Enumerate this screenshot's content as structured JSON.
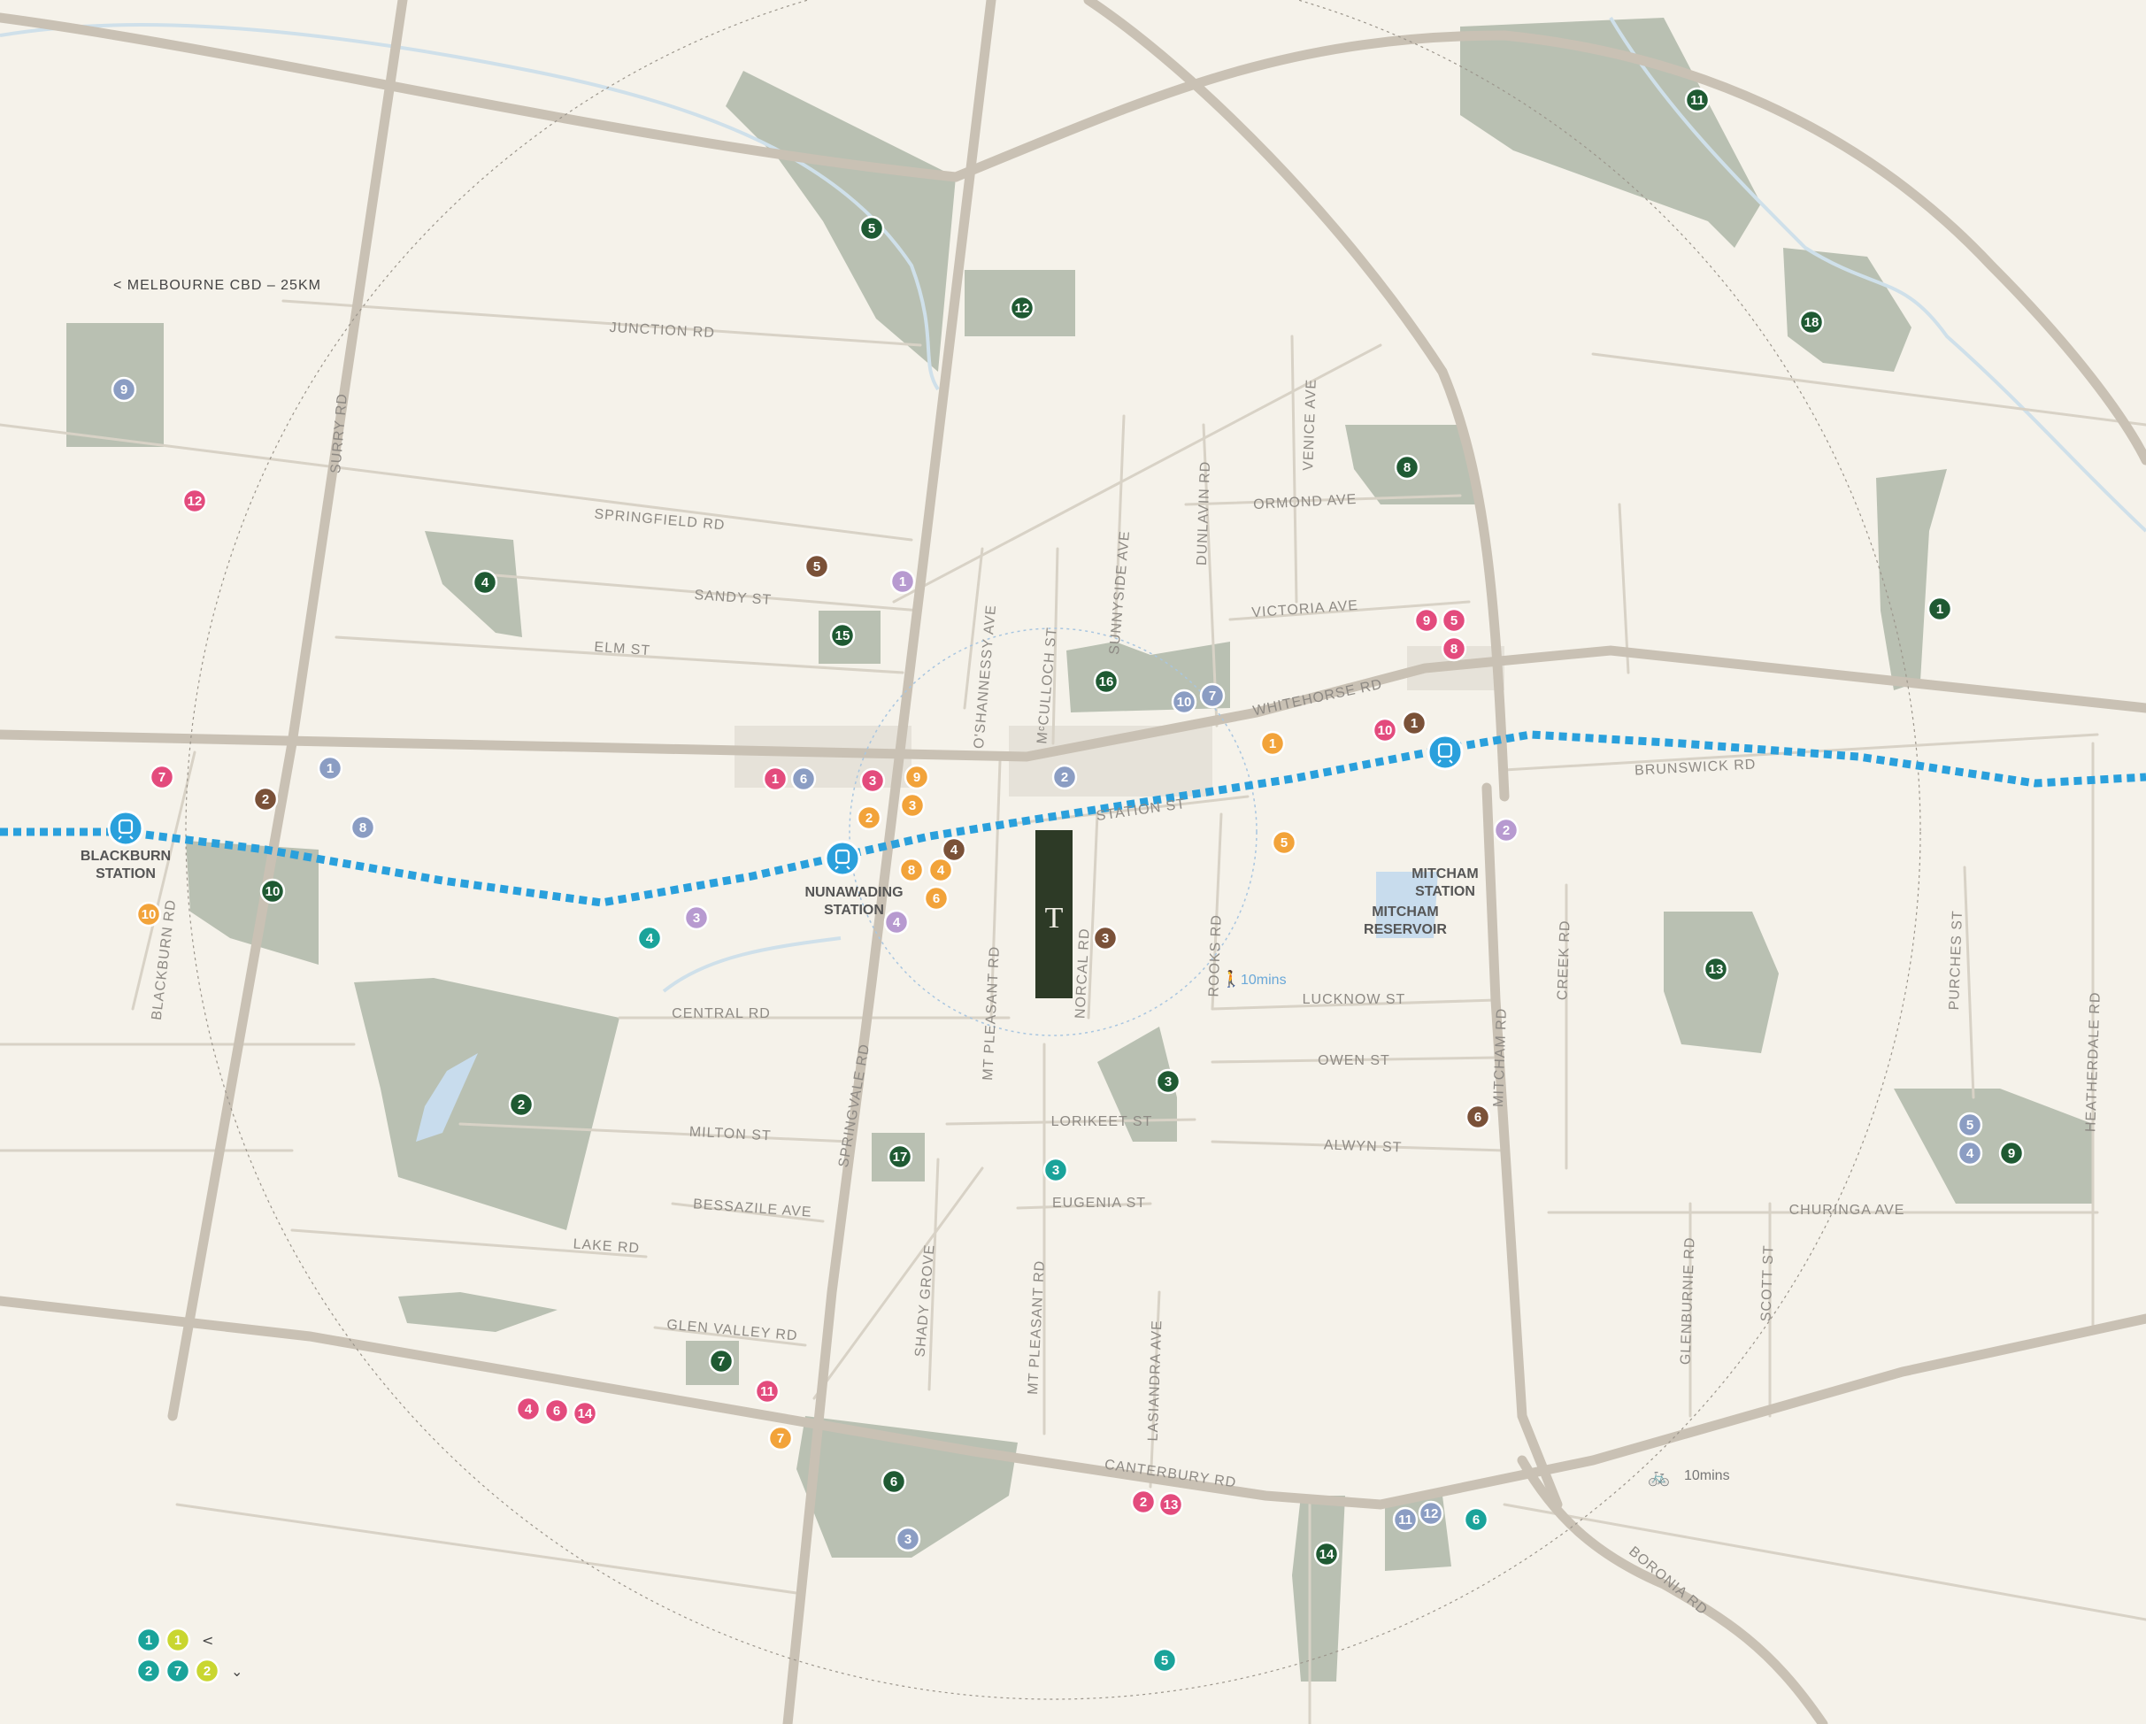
{
  "map": {
    "cbd_label": "< MELBOURNE CBD – 25KM",
    "site_marker": "T",
    "walk_label": "10mins",
    "bike_label": "10mins",
    "roads": [
      "JUNCTION RD",
      "SURRY RD",
      "SPRINGFIELD RD",
      "SANDY ST",
      "ELM ST",
      "O'SHANNESSY AVE",
      "MᶜCULLOCH ST",
      "SUNNYSIDE AVE",
      "DUNLAVIN RD",
      "VENICE AVE",
      "ORMOND AVE",
      "VICTORIA AVE",
      "WHITEHORSE RD",
      "BRUNSWICK RD",
      "STATION ST",
      "BLACKBURN RD",
      "MT PLEASANT RD",
      "NORCAL RD",
      "ROOKS RD",
      "CENTRAL RD",
      "LUCKNOW ST",
      "OWEN ST",
      "MITCHAM RD",
      "CREEK RD",
      "PURCHES ST",
      "HEATHERDALE RD",
      "MILTON ST",
      "SPRINGVALE RD",
      "LORIKEET ST",
      "ALWYN ST",
      "EUGENIA ST",
      "BESSAZILE AVE",
      "LAKE RD",
      "CHURINGA AVE",
      "SHADY GROVE",
      "MT PLEASANT RD",
      "LASIANDRA AVE",
      "GLENBURNIE RD",
      "SCOTT ST",
      "GLEN VALLEY RD",
      "CANTERBURY RD",
      "BORONIA RD"
    ],
    "places": [
      "BLACKBURN",
      "STATION",
      "NUNAWADING",
      "STATION",
      "MITCHAM",
      "STATION",
      "MITCHAM",
      "RESERVOIR"
    ],
    "markers": [
      {
        "n": "5",
        "c": "#1f5a33"
      },
      {
        "n": "12",
        "c": "#1f5a33"
      },
      {
        "n": "11",
        "c": "#1f5a33"
      },
      {
        "n": "18",
        "c": "#1f5a33"
      },
      {
        "n": "9",
        "c": "#8b9dc3"
      },
      {
        "n": "12",
        "c": "#e34b7d"
      },
      {
        "n": "8",
        "c": "#1f5a33"
      },
      {
        "n": "4",
        "c": "#1f5a33"
      },
      {
        "n": "5",
        "c": "#7a5138"
      },
      {
        "n": "1",
        "c": "#b79ad0"
      },
      {
        "n": "15",
        "c": "#1f5a33"
      },
      {
        "n": "1",
        "c": "#1f5a33"
      },
      {
        "n": "9",
        "c": "#e34b7d"
      },
      {
        "n": "5",
        "c": "#e34b7d"
      },
      {
        "n": "8",
        "c": "#e34b7d"
      },
      {
        "n": "16",
        "c": "#1f5a33"
      },
      {
        "n": "10",
        "c": "#8b9dc3"
      },
      {
        "n": "7",
        "c": "#8b9dc3"
      },
      {
        "n": "10",
        "c": "#e34b7d"
      },
      {
        "n": "1",
        "c": "#7a5138"
      },
      {
        "n": "1",
        "c": "#f2a33a"
      },
      {
        "n": "7",
        "c": "#e34b7d"
      },
      {
        "n": "1",
        "c": "#8b9dc3"
      },
      {
        "n": "2",
        "c": "#7a5138"
      },
      {
        "n": "8",
        "c": "#8b9dc3"
      },
      {
        "n": "1",
        "c": "#e34b7d"
      },
      {
        "n": "6",
        "c": "#8b9dc3"
      },
      {
        "n": "3",
        "c": "#e34b7d"
      },
      {
        "n": "9",
        "c": "#f2a33a"
      },
      {
        "n": "3",
        "c": "#f2a33a"
      },
      {
        "n": "2",
        "c": "#f2a33a"
      },
      {
        "n": "2",
        "c": "#8b9dc3"
      },
      {
        "n": "2",
        "c": "#b79ad0"
      },
      {
        "n": "4",
        "c": "#7a5138"
      },
      {
        "n": "8",
        "c": "#f2a33a"
      },
      {
        "n": "4",
        "c": "#f2a33a"
      },
      {
        "n": "6",
        "c": "#f2a33a"
      },
      {
        "n": "5",
        "c": "#f2a33a"
      },
      {
        "n": "10",
        "c": "#1f5a33"
      },
      {
        "n": "10",
        "c": "#f2a33a"
      },
      {
        "n": "3",
        "c": "#b79ad0"
      },
      {
        "n": "4",
        "c": "#1aa39a"
      },
      {
        "n": "4",
        "c": "#b79ad0"
      },
      {
        "n": "3",
        "c": "#7a5138"
      },
      {
        "n": "13",
        "c": "#1f5a33"
      },
      {
        "n": "2",
        "c": "#1f5a33"
      },
      {
        "n": "3",
        "c": "#1f5a33"
      },
      {
        "n": "6",
        "c": "#7a5138"
      },
      {
        "n": "5",
        "c": "#8b9dc3"
      },
      {
        "n": "4",
        "c": "#8b9dc3"
      },
      {
        "n": "9",
        "c": "#1f5a33"
      },
      {
        "n": "17",
        "c": "#1f5a33"
      },
      {
        "n": "3",
        "c": "#1aa39a"
      },
      {
        "n": "7",
        "c": "#1f5a33"
      },
      {
        "n": "11",
        "c": "#e34b7d"
      },
      {
        "n": "4",
        "c": "#e34b7d"
      },
      {
        "n": "6",
        "c": "#e34b7d"
      },
      {
        "n": "14",
        "c": "#e34b7d"
      },
      {
        "n": "7",
        "c": "#f2a33a"
      },
      {
        "n": "6",
        "c": "#1f5a33"
      },
      {
        "n": "2",
        "c": "#e34b7d"
      },
      {
        "n": "13",
        "c": "#e34b7d"
      },
      {
        "n": "3",
        "c": "#8b9dc3"
      },
      {
        "n": "11",
        "c": "#8b9dc3"
      },
      {
        "n": "12",
        "c": "#8b9dc3"
      },
      {
        "n": "6",
        "c": "#1aa39a"
      },
      {
        "n": "14",
        "c": "#1f5a33"
      },
      {
        "n": "5",
        "c": "#1aa39a"
      }
    ],
    "legend": {
      "rows": [
        {
          "items": [
            {
              "n": "1",
              "c": "#1aa39a"
            },
            {
              "n": "1",
              "c": "#c9d630"
            }
          ],
          "arrow": "<"
        },
        {
          "items": [
            {
              "n": "2",
              "c": "#1aa39a"
            },
            {
              "n": "7",
              "c": "#1aa39a"
            },
            {
              "n": "2",
              "c": "#c9d630"
            }
          ],
          "arrow": "⌄"
        }
      ]
    },
    "colors": {
      "background": "#f5f2ea",
      "park": "#b9c0b2",
      "rail": "#2aa0dc",
      "site": "#2d3a26",
      "green": "#1f5a33",
      "pink": "#e34b7d",
      "orange": "#f2a33a",
      "brown": "#7a5138",
      "blue_grey": "#8b9dc3",
      "lilac": "#b79ad0",
      "teal": "#1aa39a",
      "lime": "#c9d630"
    }
  }
}
